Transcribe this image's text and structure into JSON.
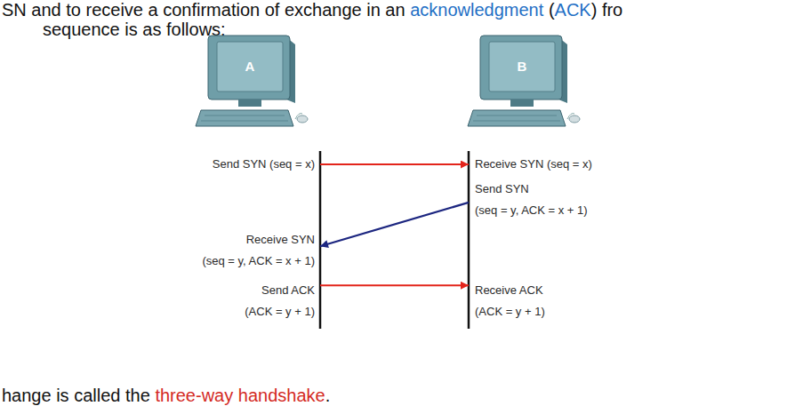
{
  "diagram": {
    "nodes": [
      {
        "text": [
          "A"
        ]
      },
      {
        "text": [
          "B"
        ]
      },
      {
        "text": [
          "Send SYN (seq = x)"
        ]
      },
      {
        "text": [
          "Receive SYN (seq = x)"
        ]
      },
      {
        "text": [
          "Send SYN",
          "(seq = y, ACK = x + 1)"
        ]
      },
      {
        "text": [
          "Receive SYN",
          "(seq = y, ACK = x + 1)"
        ]
      },
      {
        "text": [
          "Send ACK",
          "(ACK = y + 1)"
        ]
      },
      {
        "text": [
          "Receive ACK",
          "(ACK = y + 1)"
        ]
      }
    ],
    "edges": [
      {
        "from": 2,
        "to": 3,
        "arrow": "to"
      },
      {
        "from": 4,
        "to": 5,
        "arrow": "to"
      },
      {
        "from": 6,
        "to": 7,
        "arrow": "to"
      }
    ],
    "labels": [
      "SN and to receive a confirmation of exchange in an",
      "acknowledgment",
      "(",
      "ACK",
      ") fro",
      "sequence is as follows:",
      "hange is called the",
      "three-way handshake",
      "."
    ]
  }
}
